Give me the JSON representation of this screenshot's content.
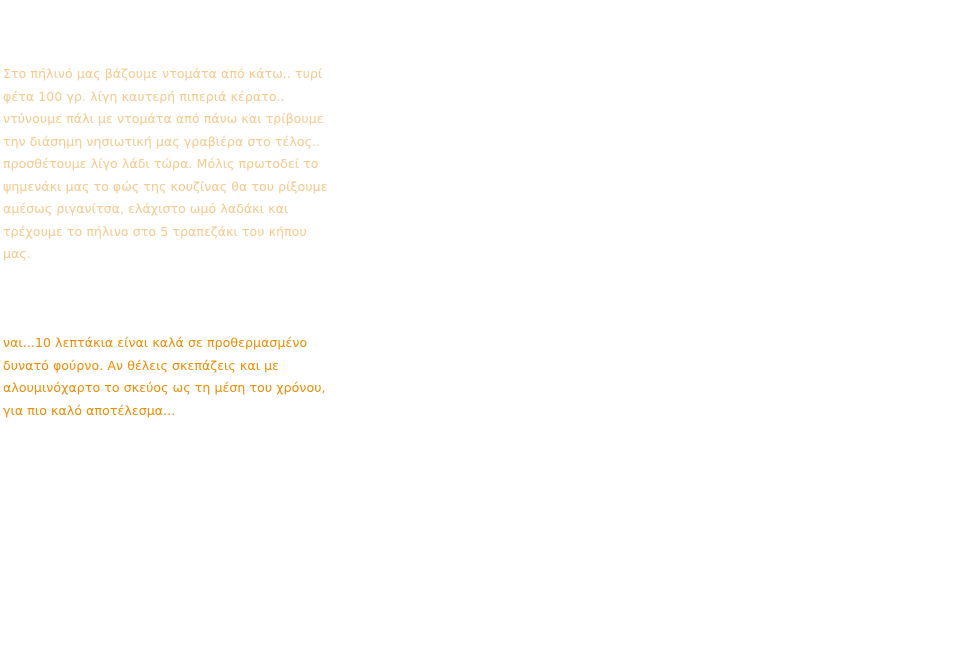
{
  "colors": {
    "faded_text": "#f7c98a",
    "strong_text": "#f08c00"
  },
  "paragraph_1": {
    "lines": [
      "Στο πήλινό μας βάζουμε ντομάτα από κάτω.. τυρί",
      "φέτα 100 γρ. λίγη καυτερή πιπεριά κέρατο..",
      "ντύνουμε πάλι με ντομάτα από πάνω και τρίβουμε",
      "την διάσημη νησιωτική μας γραβιέρα στο τέλος..",
      "προσθέτουμε λίγο λάδι τώρα. Μόλις πρωτοδεί το",
      "ψημενάκι μας το φώς της κουζίνας θα του ρίξουμε",
      "αμέσως ριγανίτσα, ελάχιστο ωμό λαδάκι και",
      "τρέχουμε το πήλινο στο 5 τραπεζάκι του κήπου",
      "μας."
    ]
  },
  "paragraph_2": {
    "lines": [
      "ναι...10 λεπτάκια είναι καλά σε προθερμασμένο",
      "δυνατό φούρνο. Αν θέλεις σκεπάζεις και με",
      "αλουμινόχαρτο το σκεύος ως τη μέση του χρόνου,",
      "για πιο καλό αποτέλεσμα..."
    ]
  }
}
